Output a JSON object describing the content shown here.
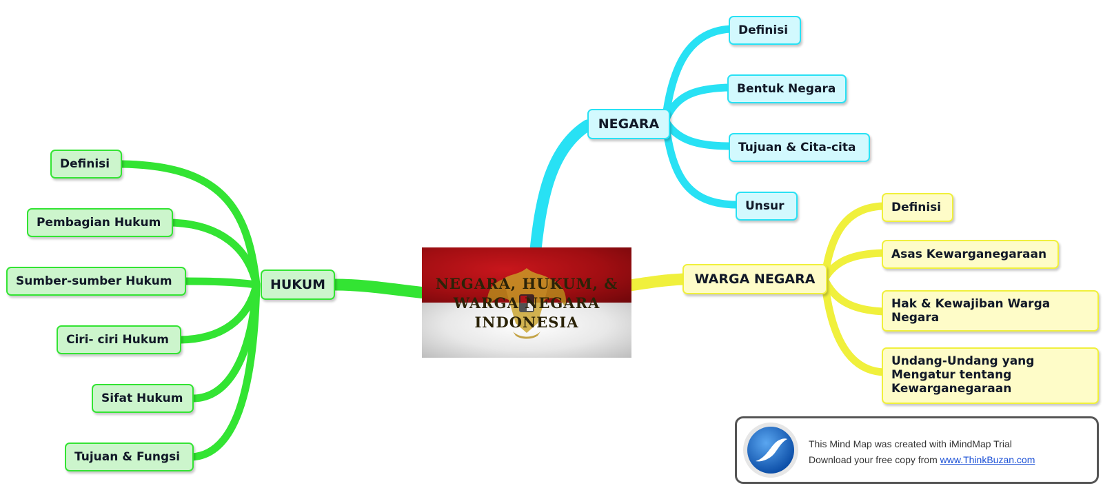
{
  "colors": {
    "hukum": "#33e433",
    "negara": "#28e1f4",
    "warga": "#f0f03c"
  },
  "center": {
    "title": "NEGARA, HUKUM, &\nWARGA NEGARA\nINDONESIA",
    "image": "indonesian-flag-with-garuda-emblem"
  },
  "negara": {
    "label": "NEGARA",
    "children": [
      "Definisi",
      "Bentuk Negara",
      "Tujuan & Cita-cita",
      "Unsur"
    ]
  },
  "hukum": {
    "label": "HUKUM",
    "children": [
      "Definisi",
      "Pembagian Hukum",
      "Sumber-sumber Hukum",
      "Ciri- ciri Hukum",
      "Sifat Hukum",
      "Tujuan & Fungsi"
    ]
  },
  "warga": {
    "label": "WARGA NEGARA",
    "children": [
      "Definisi",
      "Asas Kewarganegaraan",
      "Hak & Kewajiban Warga Negara",
      "Undang-Undang yang Mengatur tentang Kewarganegaraan"
    ]
  },
  "trial": {
    "line1": "This Mind Map was created with iMindMap Trial",
    "line2": "Download your free copy from ",
    "link": "www.ThinkBuzan.com",
    "logo_icon": "imindmap-logo-icon"
  }
}
